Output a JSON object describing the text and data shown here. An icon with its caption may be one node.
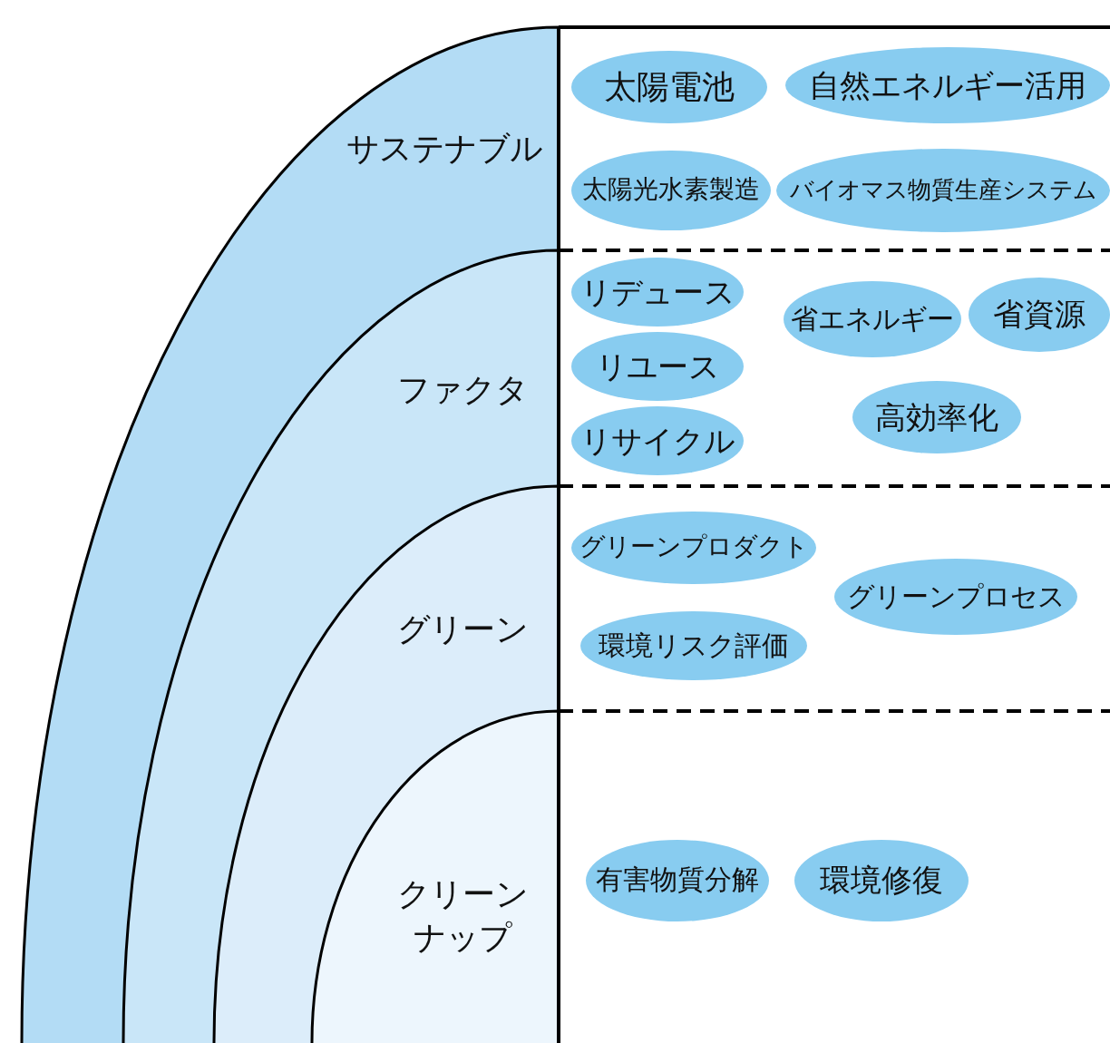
{
  "diagram": {
    "nodes": [
      {
        "text": [
          "サステナブル"
        ]
      },
      {
        "text": [
          "ファクタ"
        ],
        "in": 0
      },
      {
        "text": [
          "グリーン"
        ],
        "in": 1
      },
      {
        "text": [
          "クリーンナップ"
        ],
        "in": 2
      },
      {
        "text": [
          "太陽電池"
        ]
      },
      {
        "text": [
          "自然エネルギー活用"
        ]
      },
      {
        "text": [
          "太陽光水素製造"
        ]
      },
      {
        "text": [
          "バイオマス物質生産システム"
        ]
      },
      {
        "text": [
          "リデュース"
        ]
      },
      {
        "text": [
          "省エネルギー"
        ]
      },
      {
        "text": [
          "省資源"
        ]
      },
      {
        "text": [
          "リユース"
        ]
      },
      {
        "text": [
          "高効率化"
        ]
      },
      {
        "text": [
          "リサイクル"
        ]
      },
      {
        "text": [
          "グリーンプロダクト"
        ]
      },
      {
        "text": [
          "グリーンプロセス"
        ]
      },
      {
        "text": [
          "環境リスク評価"
        ]
      },
      {
        "text": [
          "有害物質分解"
        ]
      },
      {
        "text": [
          "環境修復"
        ]
      }
    ]
  }
}
